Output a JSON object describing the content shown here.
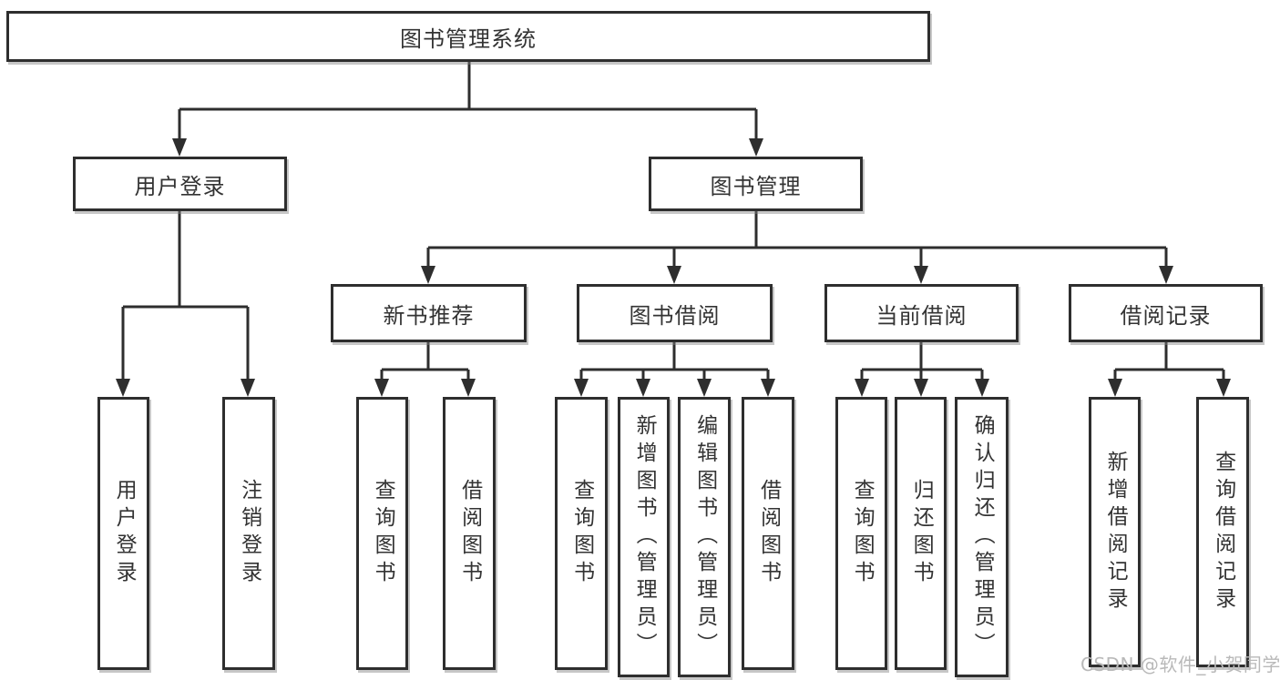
{
  "diagram": {
    "title": "图书管理系统",
    "watermark": "CSDN @软件_小贺同学",
    "colors": {
      "line": "#2e2e2e",
      "box_border": "#2e2e2e",
      "text": "#333333",
      "background": "#ffffff",
      "watermark": "#b9b9b9"
    },
    "nodes": {
      "root": {
        "label": "图书管理系统"
      },
      "user_login": {
        "label": "用户登录",
        "children": [
          {
            "label": "用户登录"
          },
          {
            "label": "注销登录"
          }
        ]
      },
      "book_mgmt": {
        "label": "图书管理",
        "children": [
          {
            "label": "新书推荐",
            "children": [
              {
                "label": "查询图书"
              },
              {
                "label": "借阅图书"
              }
            ]
          },
          {
            "label": "图书借阅",
            "children": [
              {
                "label": "查询图书"
              },
              {
                "label": "新增图书（管理员）"
              },
              {
                "label": "编辑图书（管理员）"
              },
              {
                "label": "借阅图书"
              }
            ]
          },
          {
            "label": "当前借阅",
            "children": [
              {
                "label": "查询图书"
              },
              {
                "label": "归还图书"
              },
              {
                "label": "确认归还（管理员）"
              }
            ]
          },
          {
            "label": "借阅记录",
            "children": [
              {
                "label": "新增借阅记录"
              },
              {
                "label": "查询借阅记录"
              }
            ]
          }
        ]
      }
    }
  }
}
